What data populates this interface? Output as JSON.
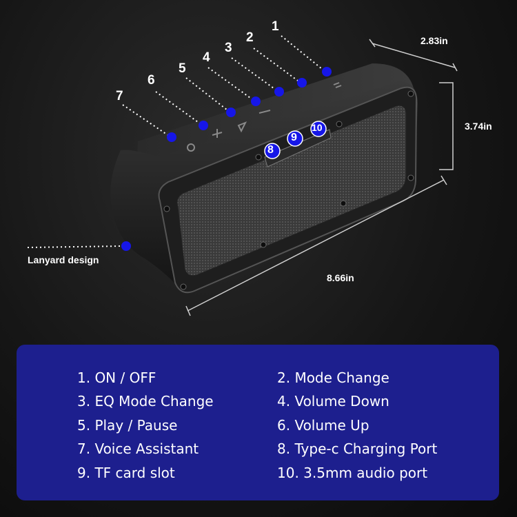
{
  "callouts": [
    "1",
    "2",
    "3",
    "4",
    "5",
    "6",
    "7",
    "8",
    "9",
    "10"
  ],
  "dimensions": {
    "depth": "2.83in",
    "height": "3.74in",
    "width": "8.66in"
  },
  "lanyard_label": "Lanyard design",
  "legend": [
    "1. ON / OFF",
    "2. Mode Change",
    "3. EQ Mode Change",
    "4. Volume Down",
    "5. Play / Pause",
    "6. Volume Up",
    "7. Voice Assistant",
    "8. Type-c Charging Port",
    "9. TF card slot",
    "10. 3.5mm audio port"
  ],
  "colors": {
    "panel": "#1d1f8e",
    "marker": "#1616e8",
    "speaker_body": "#262626"
  }
}
